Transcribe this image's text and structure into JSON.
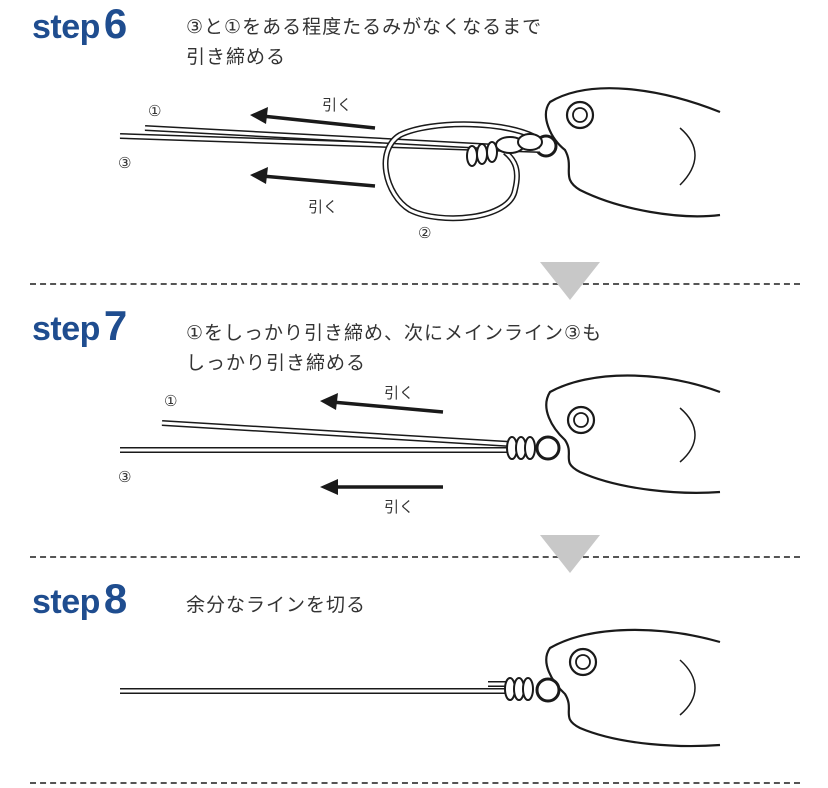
{
  "steps": [
    {
      "word": "step",
      "num": "6",
      "text_line1": "③と①をある程度たるみがなくなるまで",
      "text_line2": "引き締める"
    },
    {
      "word": "step",
      "num": "7",
      "text_line1": "①をしっかり引き締め、次にメインライン③も",
      "text_line2": "しっかり引き締める"
    },
    {
      "word": "step",
      "num": "8",
      "text_line1": "余分なラインを切る"
    }
  ],
  "labels": {
    "line1": "①",
    "line2": "②",
    "line3": "③",
    "pull": "引く"
  },
  "colors": {
    "title": "#1f4d8f",
    "divider_arrow": "#c8c8c8",
    "ink": "#1a1a1a"
  }
}
